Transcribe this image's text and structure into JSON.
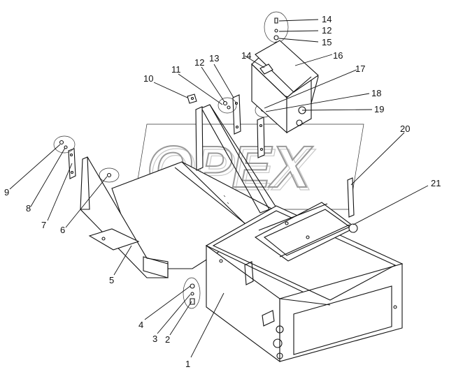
{
  "diagram": {
    "watermark": "OPEX",
    "callouts": [
      {
        "id": "c14a",
        "text": "14"
      },
      {
        "id": "c12a",
        "text": "12"
      },
      {
        "id": "c15",
        "text": "15"
      },
      {
        "id": "c16",
        "text": "16"
      },
      {
        "id": "c14b",
        "text": "14"
      },
      {
        "id": "c13",
        "text": "13"
      },
      {
        "id": "c12b",
        "text": "12"
      },
      {
        "id": "c11",
        "text": "11"
      },
      {
        "id": "c10",
        "text": "10"
      },
      {
        "id": "c17",
        "text": "17"
      },
      {
        "id": "c18",
        "text": "18"
      },
      {
        "id": "c19",
        "text": "19"
      },
      {
        "id": "c20",
        "text": "20"
      },
      {
        "id": "c21",
        "text": "21"
      },
      {
        "id": "c9",
        "text": "9"
      },
      {
        "id": "c8",
        "text": "8"
      },
      {
        "id": "c7",
        "text": "7"
      },
      {
        "id": "c6",
        "text": "6"
      },
      {
        "id": "c5",
        "text": "5"
      },
      {
        "id": "c4",
        "text": "4"
      },
      {
        "id": "c3",
        "text": "3"
      },
      {
        "id": "c2",
        "text": "2"
      },
      {
        "id": "c1",
        "text": "1"
      }
    ]
  }
}
